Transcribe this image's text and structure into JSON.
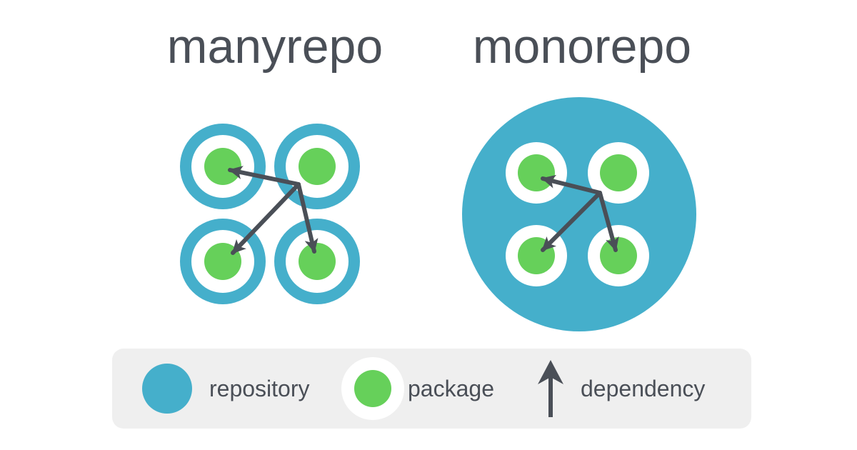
{
  "titles": {
    "manyrepo": "manyrepo",
    "monorepo": "monorepo"
  },
  "legend": {
    "repository": "repository",
    "package": "package",
    "dependency": "dependency"
  },
  "colors": {
    "repository": "#45afcb",
    "package": "#66d05a",
    "package_ring": "#ffffff",
    "arrow": "#4a4f57",
    "text": "#4a4f57",
    "legend_bg": "#efefef"
  },
  "icons": {
    "repository": "repository-circle-icon",
    "package": "package-circle-icon",
    "dependency": "dependency-arrow-icon"
  }
}
